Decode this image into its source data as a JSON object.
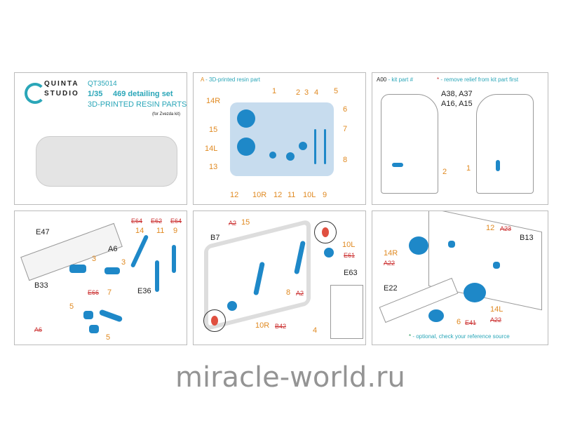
{
  "header": {
    "brand_line1": "QUINTA",
    "brand_line2": "STUDIO",
    "code": "QT35014",
    "scale": "1/35",
    "set_name": "469 detailing set",
    "subtitle": "3D-PRINTED RESIN PARTS",
    "for_kit": "(for Zvezda kit)"
  },
  "legend": {
    "resin_prefix": "A",
    "resin_text": " - 3D-printed resin part",
    "kit_prefix": "A00",
    "kit_text": " - kit part #",
    "star": "*",
    "remove_text": " - remove relief from kit part first",
    "optional_text": " - optional, check your reference source"
  },
  "panel2": {
    "labels": [
      "1",
      "2",
      "3",
      "4",
      "5",
      "6",
      "7",
      "8",
      "9",
      "10L",
      "11",
      "12",
      "10R",
      "12",
      "13",
      "14L",
      "15",
      "14R"
    ]
  },
  "panel3": {
    "kit_parts_1": "A38, A37",
    "kit_parts_2": "A16, A15",
    "part_a": "2",
    "part_b": "1"
  },
  "panel4": {
    "e47": "E47",
    "a6": "A6",
    "b33": "B33",
    "e36": "E36",
    "p3a": "3",
    "p3b": "3",
    "p14": "14",
    "p11": "11",
    "p9": "9",
    "p7": "7",
    "p5a": "5",
    "p5b": "5",
    "x1": "E64",
    "x2": "E62",
    "x3": "E64",
    "x4": "E66",
    "x5": "A6"
  },
  "panel5": {
    "b7": "B7",
    "e63": "E63",
    "p15": "15",
    "p8": "8",
    "p10l": "10L",
    "p10r": "10R",
    "p4": "4",
    "x1": "A2",
    "x2": "A2",
    "x3": "E61",
    "x4": "B42"
  },
  "panel6": {
    "b13": "B13",
    "e22": "E22",
    "p12": "12",
    "p14r": "14R",
    "p14l": "14L",
    "p6": "6",
    "x1": "A23",
    "x2": "A22",
    "x3": "A22",
    "x4": "E41"
  },
  "watermark": "miracle-world.ru",
  "colors": {
    "accent": "#2aa6b8",
    "orange": "#e08a22",
    "part_blue": "#1e88c8",
    "red": "#cc3333"
  }
}
